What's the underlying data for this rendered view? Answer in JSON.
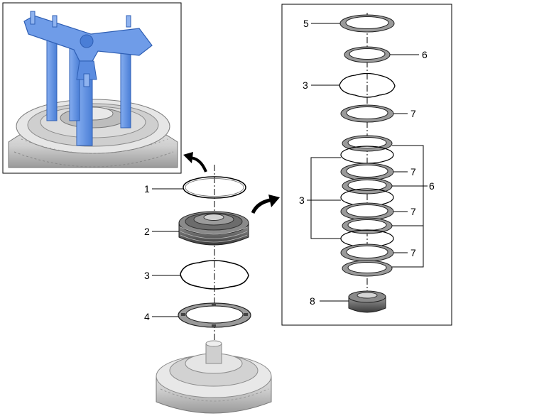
{
  "diagram": {
    "inset_labels": [
      "5",
      "6",
      "3",
      "7",
      "7",
      "6",
      "3",
      "7",
      "7",
      "8"
    ],
    "main_labels": [
      "1",
      "2",
      "3",
      "4"
    ],
    "colors": {
      "tool": "#6f9ce8",
      "tool_dark": "#3e6fc6",
      "metal": "#d8d8d8",
      "line": "#000000"
    }
  }
}
